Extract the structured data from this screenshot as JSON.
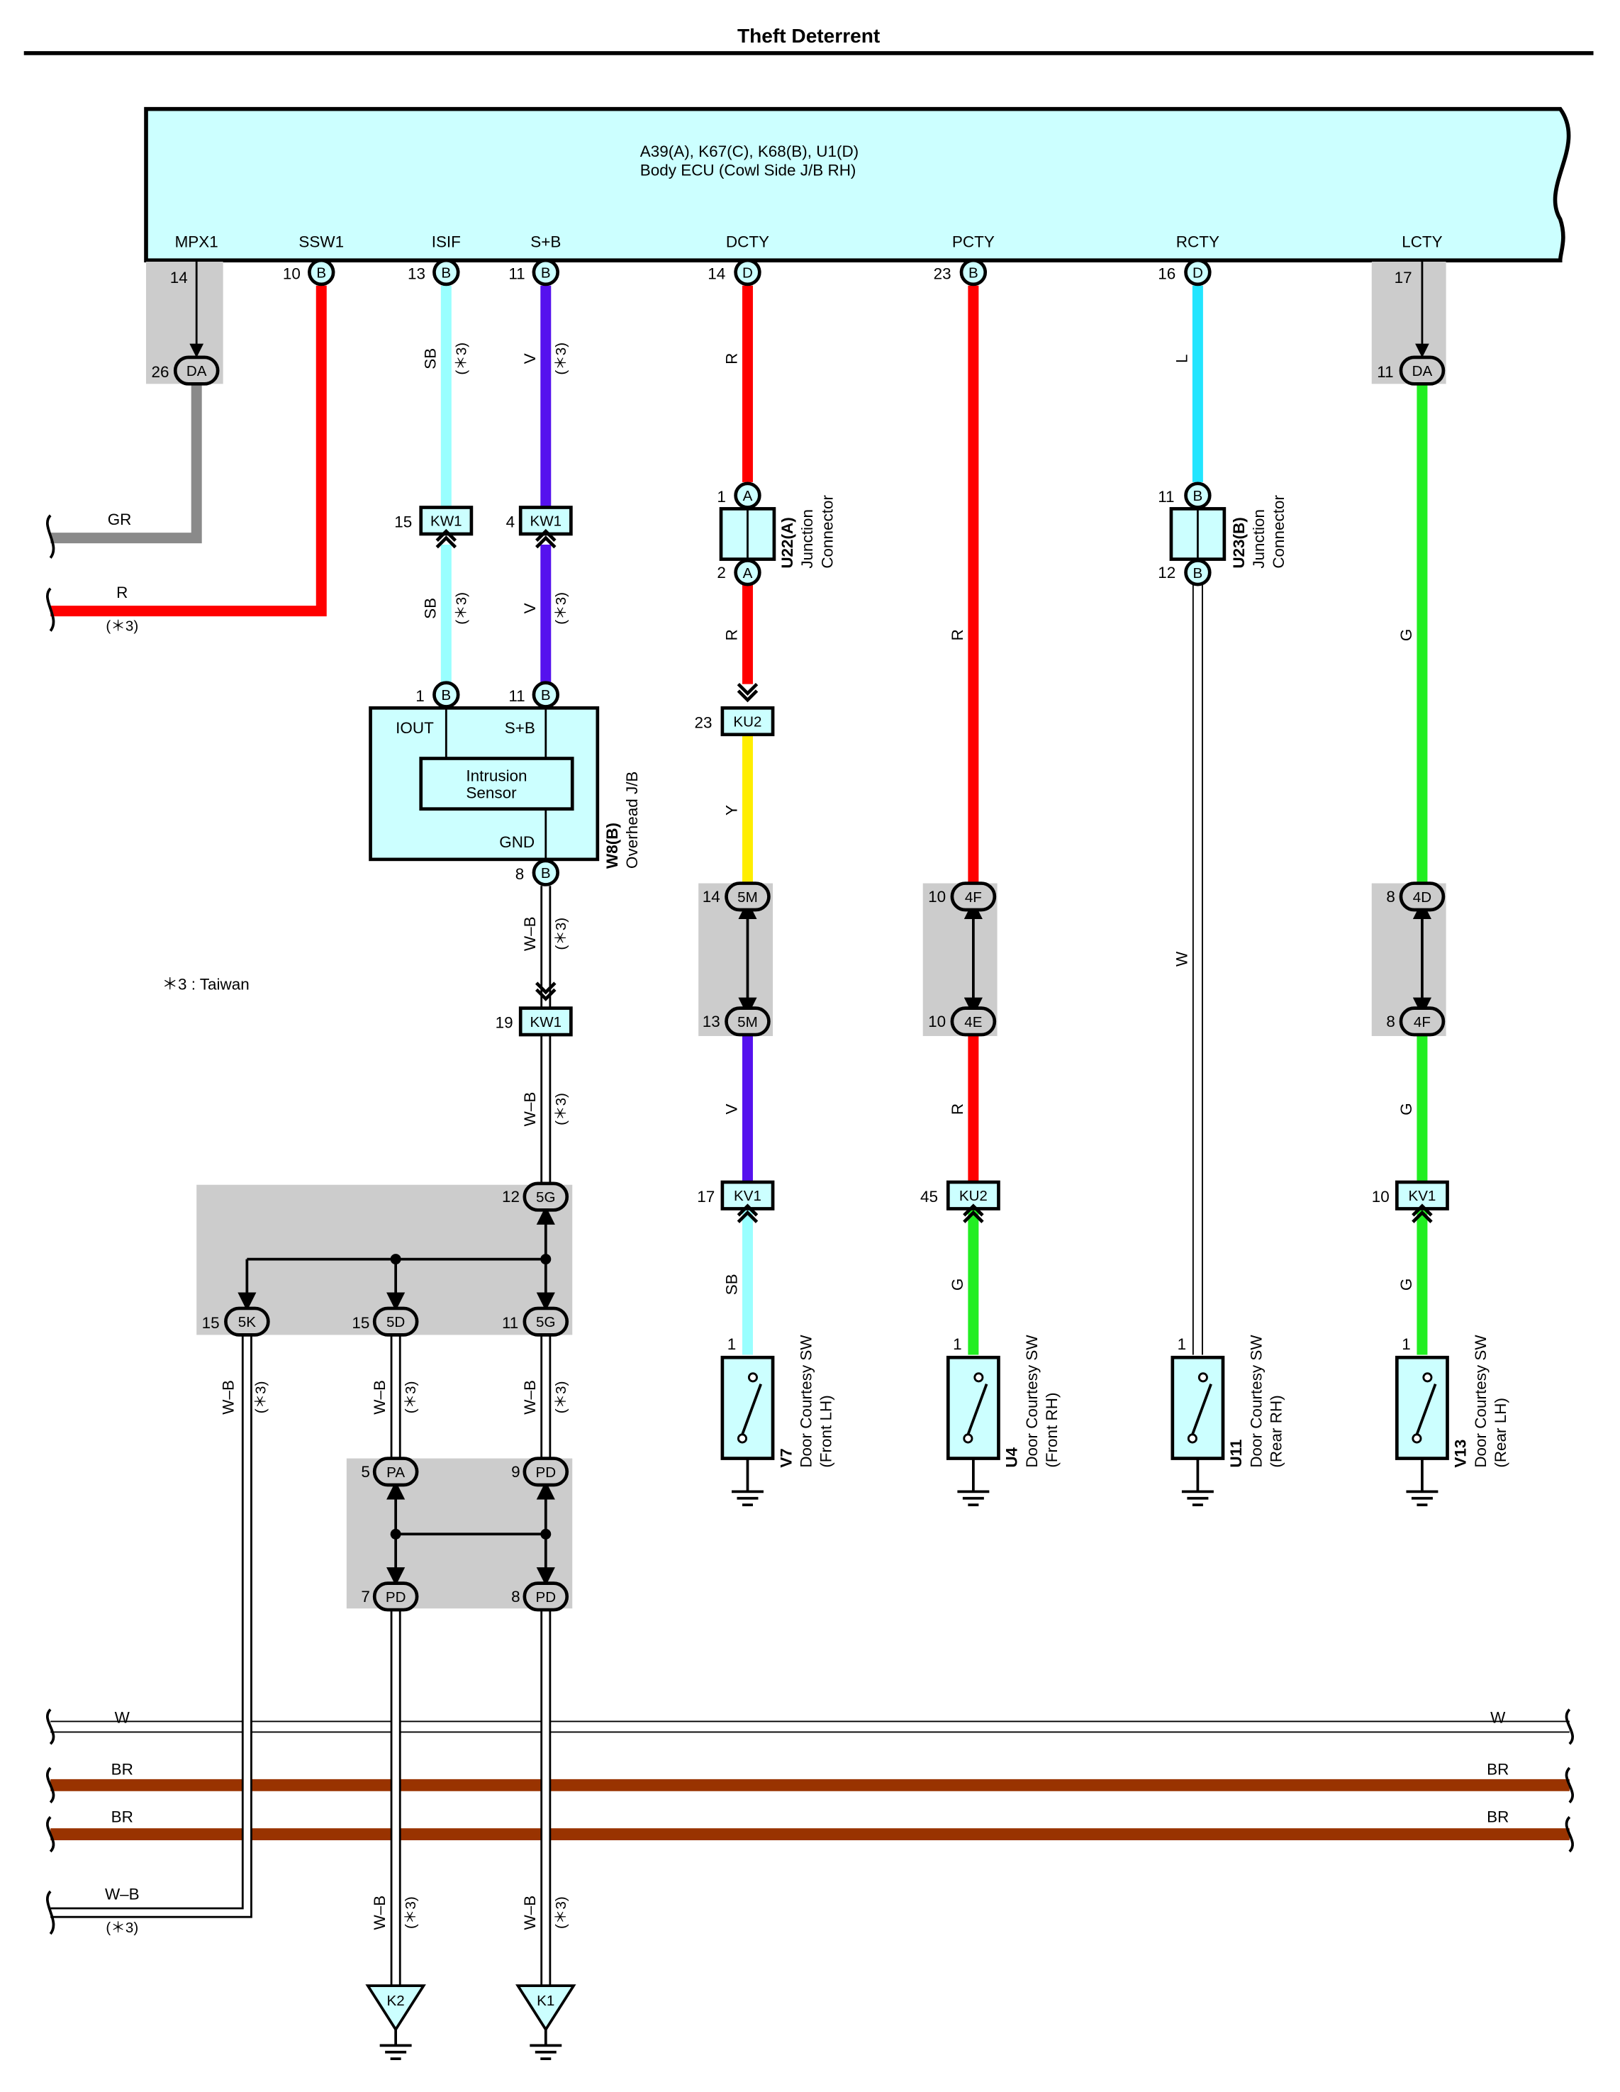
{
  "title": "Theft Deterrent",
  "ecu": {
    "connectors": "A39(A), K67(C), K68(B), U1(D)",
    "name": "Body ECU (Cowl Side J/B RH)",
    "terminals": [
      "MPX1",
      "SSW1",
      "ISIF",
      "S+B",
      "DCTY",
      "PCTY",
      "RCTY",
      "LCTY"
    ]
  },
  "footnote": "＊3 : Taiwan",
  "taiwan_tag": "(＊3)",
  "wire_colors": {
    "GR": "#8a8a8a",
    "R": "#ff0000",
    "SB": "#99ffff",
    "V": "#5511ee",
    "Y": "#ffee00",
    "L": "#22e5ff",
    "G": "#22ee22",
    "W": "#ffffff",
    "BR": "#993300",
    "W-B": "#ffffff"
  },
  "colors": {
    "ecu_fill": "#ccffff",
    "shade": "#cccccc"
  },
  "pin_labels": {
    "mpx1_top": "14",
    "mpx1_bot": "26",
    "ssw1": "10",
    "isif": "13",
    "sb": "11",
    "dcty": "14",
    "pcty": "23",
    "rcty": "16",
    "lcty_top": "17",
    "lcty_bot": "11",
    "kw1_15": "15",
    "kw1_4": "4",
    "w8_1": "1",
    "w8_11": "11",
    "w8_8": "8",
    "kw1_19": "19",
    "u22_1": "1",
    "u22_2": "2",
    "ku2_23": "23",
    "dm14": "14",
    "dm13": "13",
    "kv1_17": "17",
    "f10": "10",
    "e10": "10",
    "ku2_45": "45",
    "u23_11": "11",
    "u23_12": "12",
    "d4_8": "8",
    "f4_8": "8",
    "kv1_10": "10",
    "g5_12": "12",
    "k5_15": "15",
    "d5_15": "15",
    "g5_11": "11",
    "pa5": "5",
    "pd9": "9",
    "pd7": "7",
    "pd8": "8",
    "sw_v7": "1",
    "sw_u4": "1",
    "sw_u11": "1",
    "sw_v13": "1"
  },
  "connector_codes": {
    "DA": "DA",
    "B": "B",
    "D": "D",
    "A": "A",
    "KW1": "KW1",
    "KU2": "KU2",
    "KV1": "KV1",
    "5M": "5M",
    "4F": "4F",
    "4E": "4E",
    "4D": "4D",
    "5G": "5G",
    "5K": "5K",
    "5D": "5D",
    "PA": "PA",
    "PD": "PD",
    "K1": "K1",
    "K2": "K2"
  },
  "wire_labels": {
    "gr": "GR",
    "r": "R",
    "sb": "SB",
    "v": "V",
    "y": "Y",
    "l": "L",
    "g": "G",
    "w": "W",
    "br": "BR",
    "wb": "W–B"
  },
  "intrusion": {
    "iout": "IOUT",
    "sb": "S+B",
    "gnd": "GND",
    "line1": "Intrusion",
    "line2": "Sensor",
    "code": "W8(B)",
    "desc": "Overhead J/B"
  },
  "junctions": {
    "u22_code": "U22(A)",
    "u23_code": "U23(B)",
    "desc1": "Junction",
    "desc2": "Connector"
  },
  "switches": [
    {
      "code": "V7",
      "desc1": "Door Courtesy SW",
      "desc2": "(Front LH)"
    },
    {
      "code": "U4",
      "desc1": "Door Courtesy SW",
      "desc2": "(Front RH)"
    },
    {
      "code": "U11",
      "desc1": "Door Courtesy SW",
      "desc2": "(Rear RH)"
    },
    {
      "code": "V13",
      "desc1": "Door Courtesy SW",
      "desc2": "(Rear LH)"
    }
  ]
}
